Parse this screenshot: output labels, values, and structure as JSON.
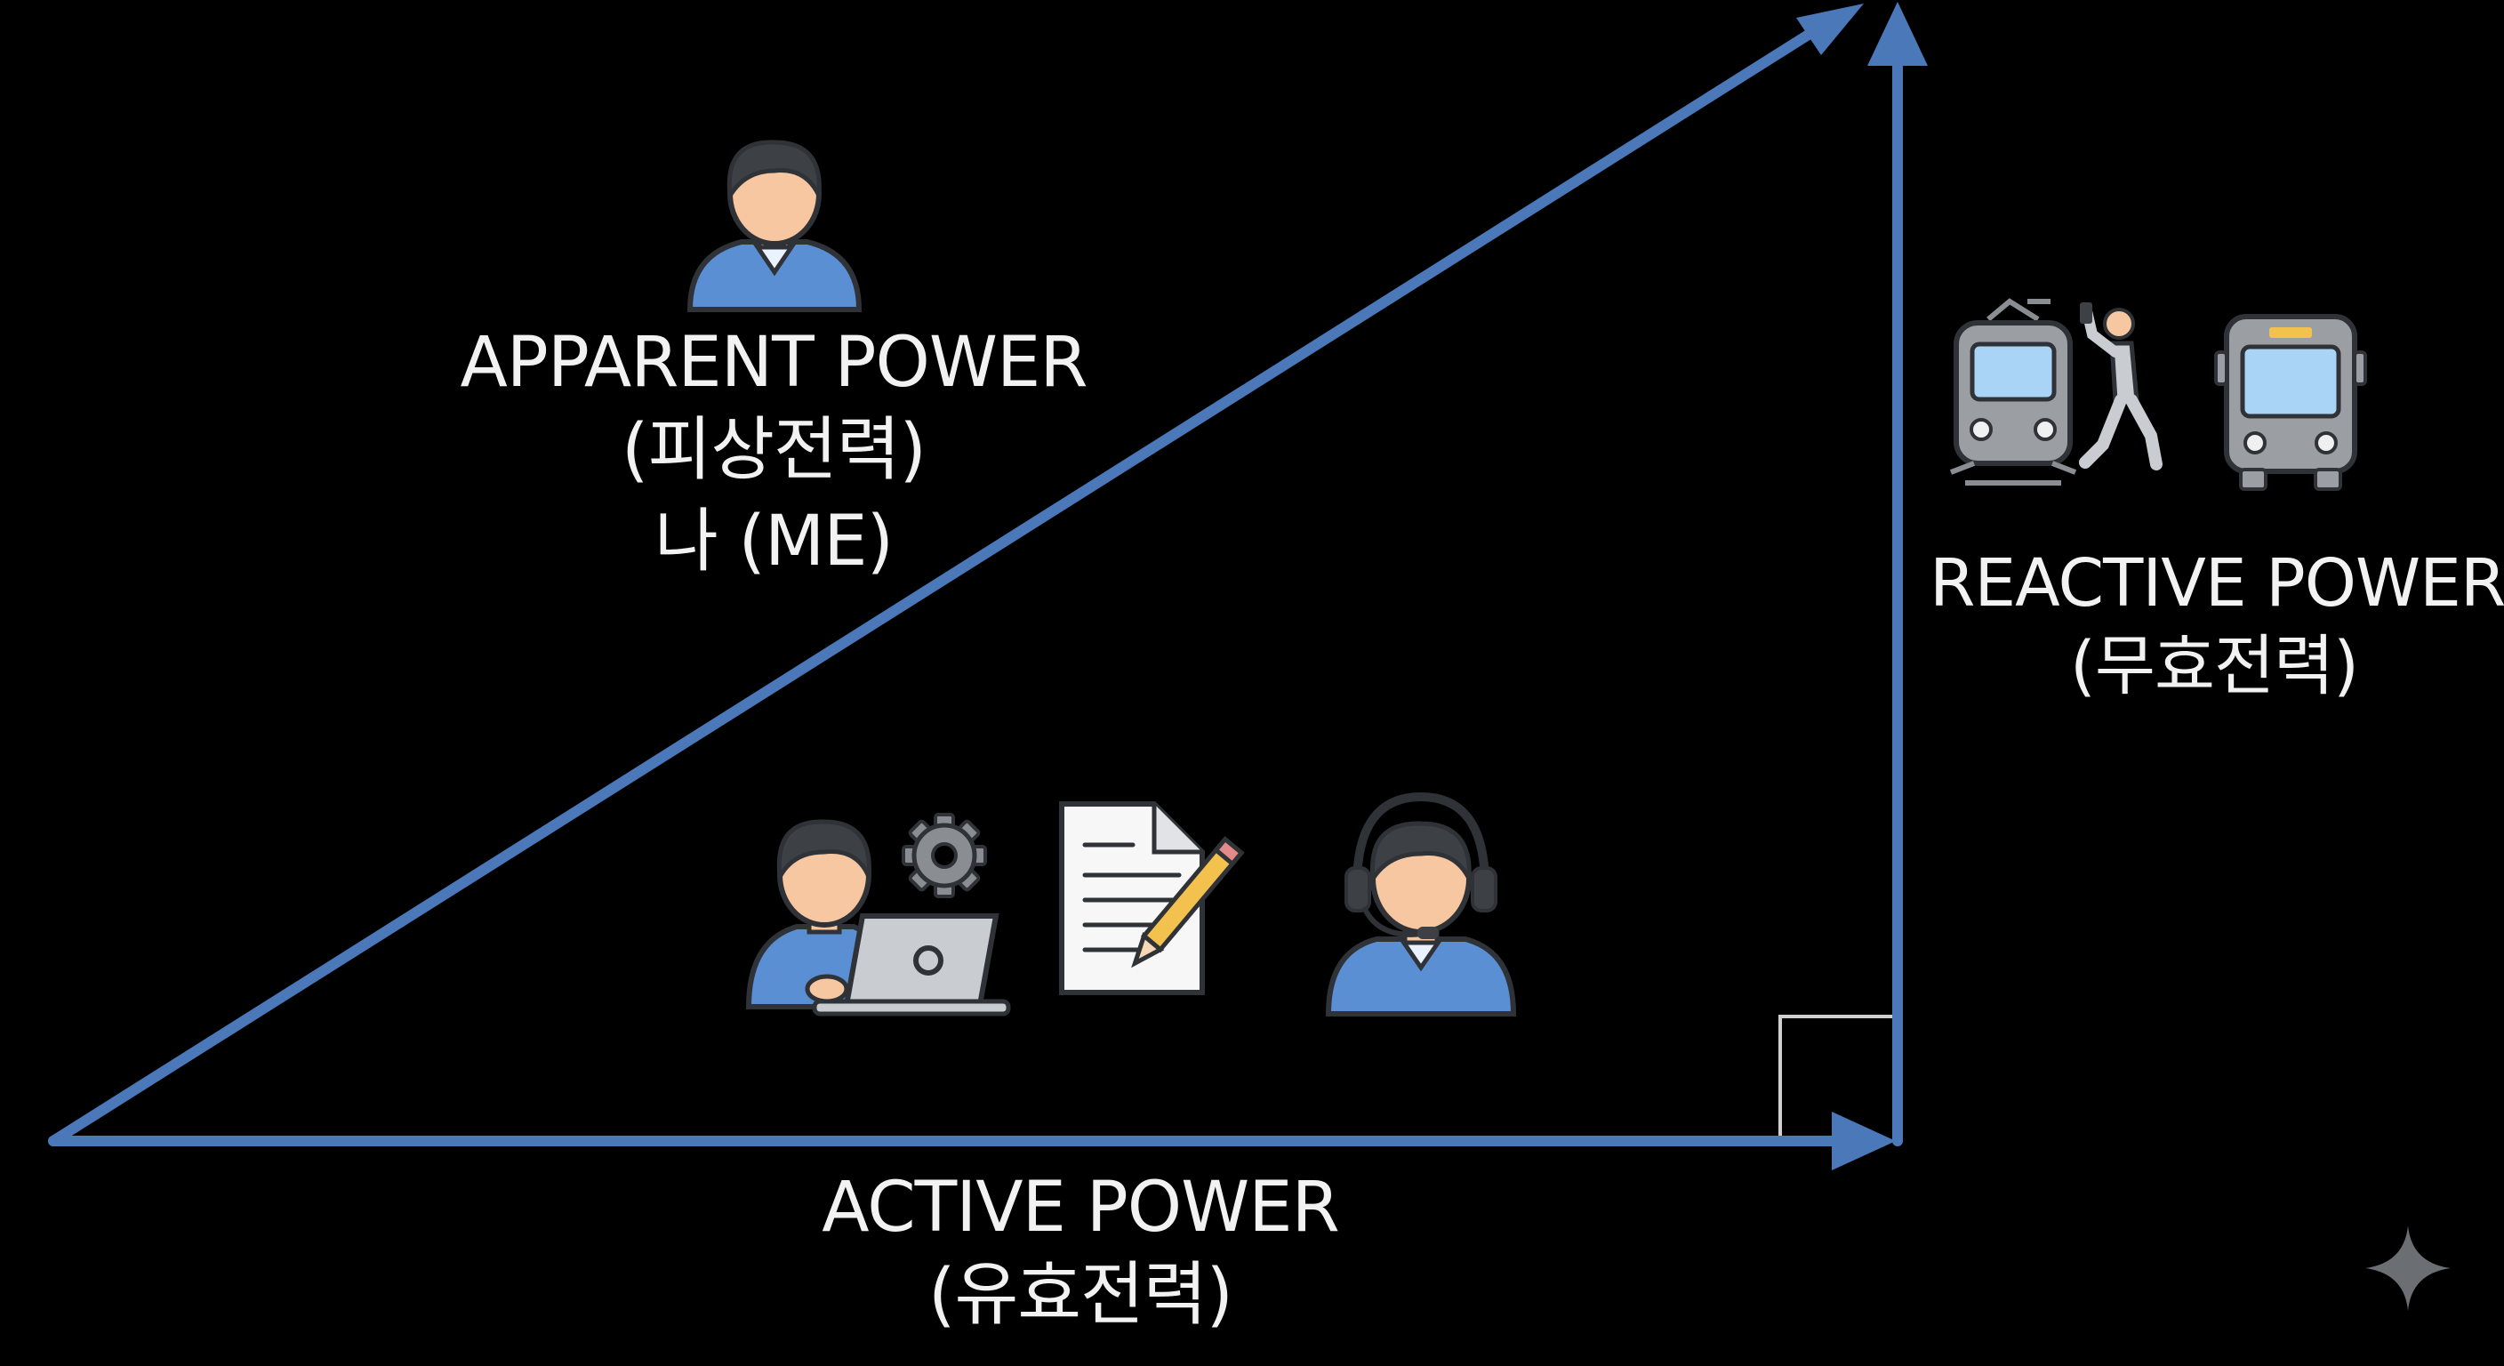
{
  "apparent": {
    "title": "APPARENT POWER",
    "korean": "(피상전력)",
    "me": "나 (ME)"
  },
  "reactive": {
    "title": "REACTIVE POWER",
    "korean": "(무효전력)"
  },
  "active": {
    "title": "ACTIVE POWER",
    "korean": "(유효전력)"
  },
  "colors": {
    "arrow": "#4a78b8",
    "background": "#000000",
    "text": "#f2f2f2",
    "shirt": "#5b8fd3",
    "skin": "#f6c7a0",
    "hair": "#3d4045",
    "gray": "#8a8d92",
    "right_angle": "#d0d0d0"
  },
  "icons": {
    "apparent": [
      "person-icon"
    ],
    "active": [
      "person-laptop-icon",
      "gear-icon",
      "document-pencil-icon",
      "headset-agent-icon"
    ],
    "reactive": [
      "train-icon",
      "walking-person-phone-icon",
      "bus-icon"
    ],
    "corner": [
      "sparkle-icon"
    ]
  }
}
